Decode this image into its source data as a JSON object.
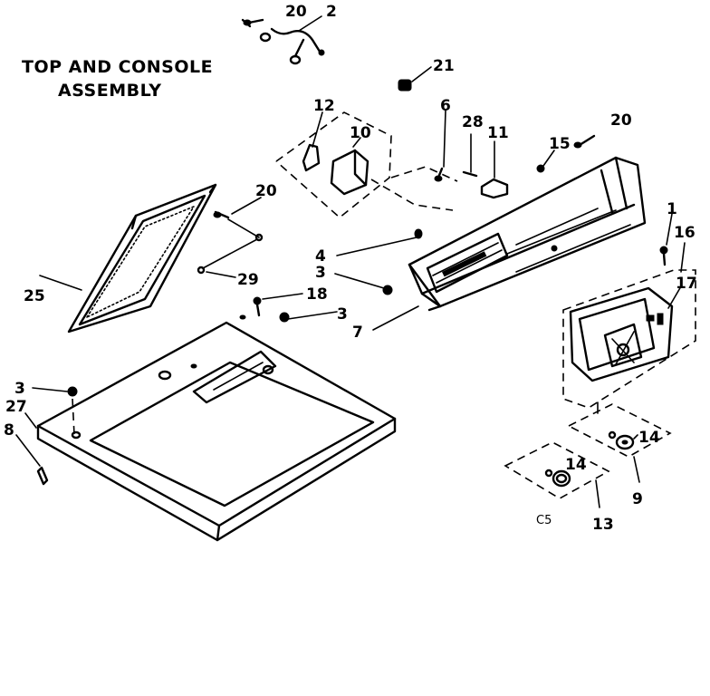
{
  "title": {
    "line1": "TOP AND CONSOLE",
    "line2": "ASSEMBLY"
  },
  "diagram_code": "C5",
  "labels": {
    "p20a": "20",
    "p2": "2",
    "p21": "21",
    "p12": "12",
    "p10": "10",
    "p6": "6",
    "p28": "28",
    "p11": "11",
    "p15": "15",
    "p20b": "20",
    "p20c": "20",
    "p4": "4",
    "p3a": "3",
    "p29": "29",
    "p25": "25",
    "p18": "18",
    "p3b": "3",
    "p7": "7",
    "p1": "1",
    "p16": "16",
    "p17": "17",
    "p3c": "3",
    "p27": "27",
    "p8": "8",
    "p14a": "14",
    "p14b": "14",
    "p9": "9",
    "p13": "13"
  }
}
